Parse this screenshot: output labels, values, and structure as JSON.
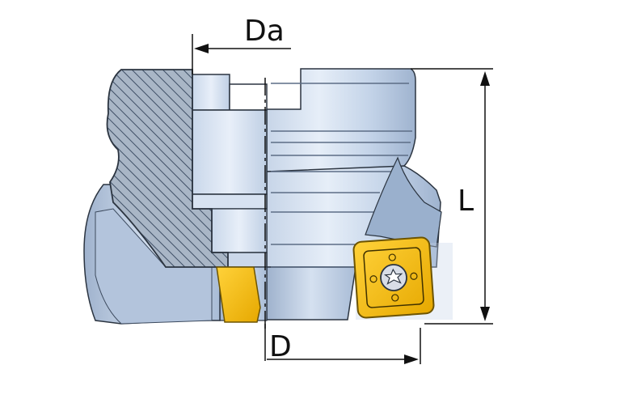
{
  "labels": {
    "da": "Da",
    "l": "L",
    "d": "D"
  },
  "colors": {
    "body_light": "#dbe6f4",
    "body_mid": "#b9cce4",
    "body_dark": "#8fa6c4",
    "section_fill": "#a9b6c6",
    "hatch": "#3f4f66",
    "insert_gold": "#f0b800",
    "insert_dark": "#8a6a00",
    "outline": "#2b3440",
    "dimension_line": "#111111"
  },
  "icons": {
    "insert": "square-insert-icon",
    "screw": "torx-screw-icon"
  }
}
